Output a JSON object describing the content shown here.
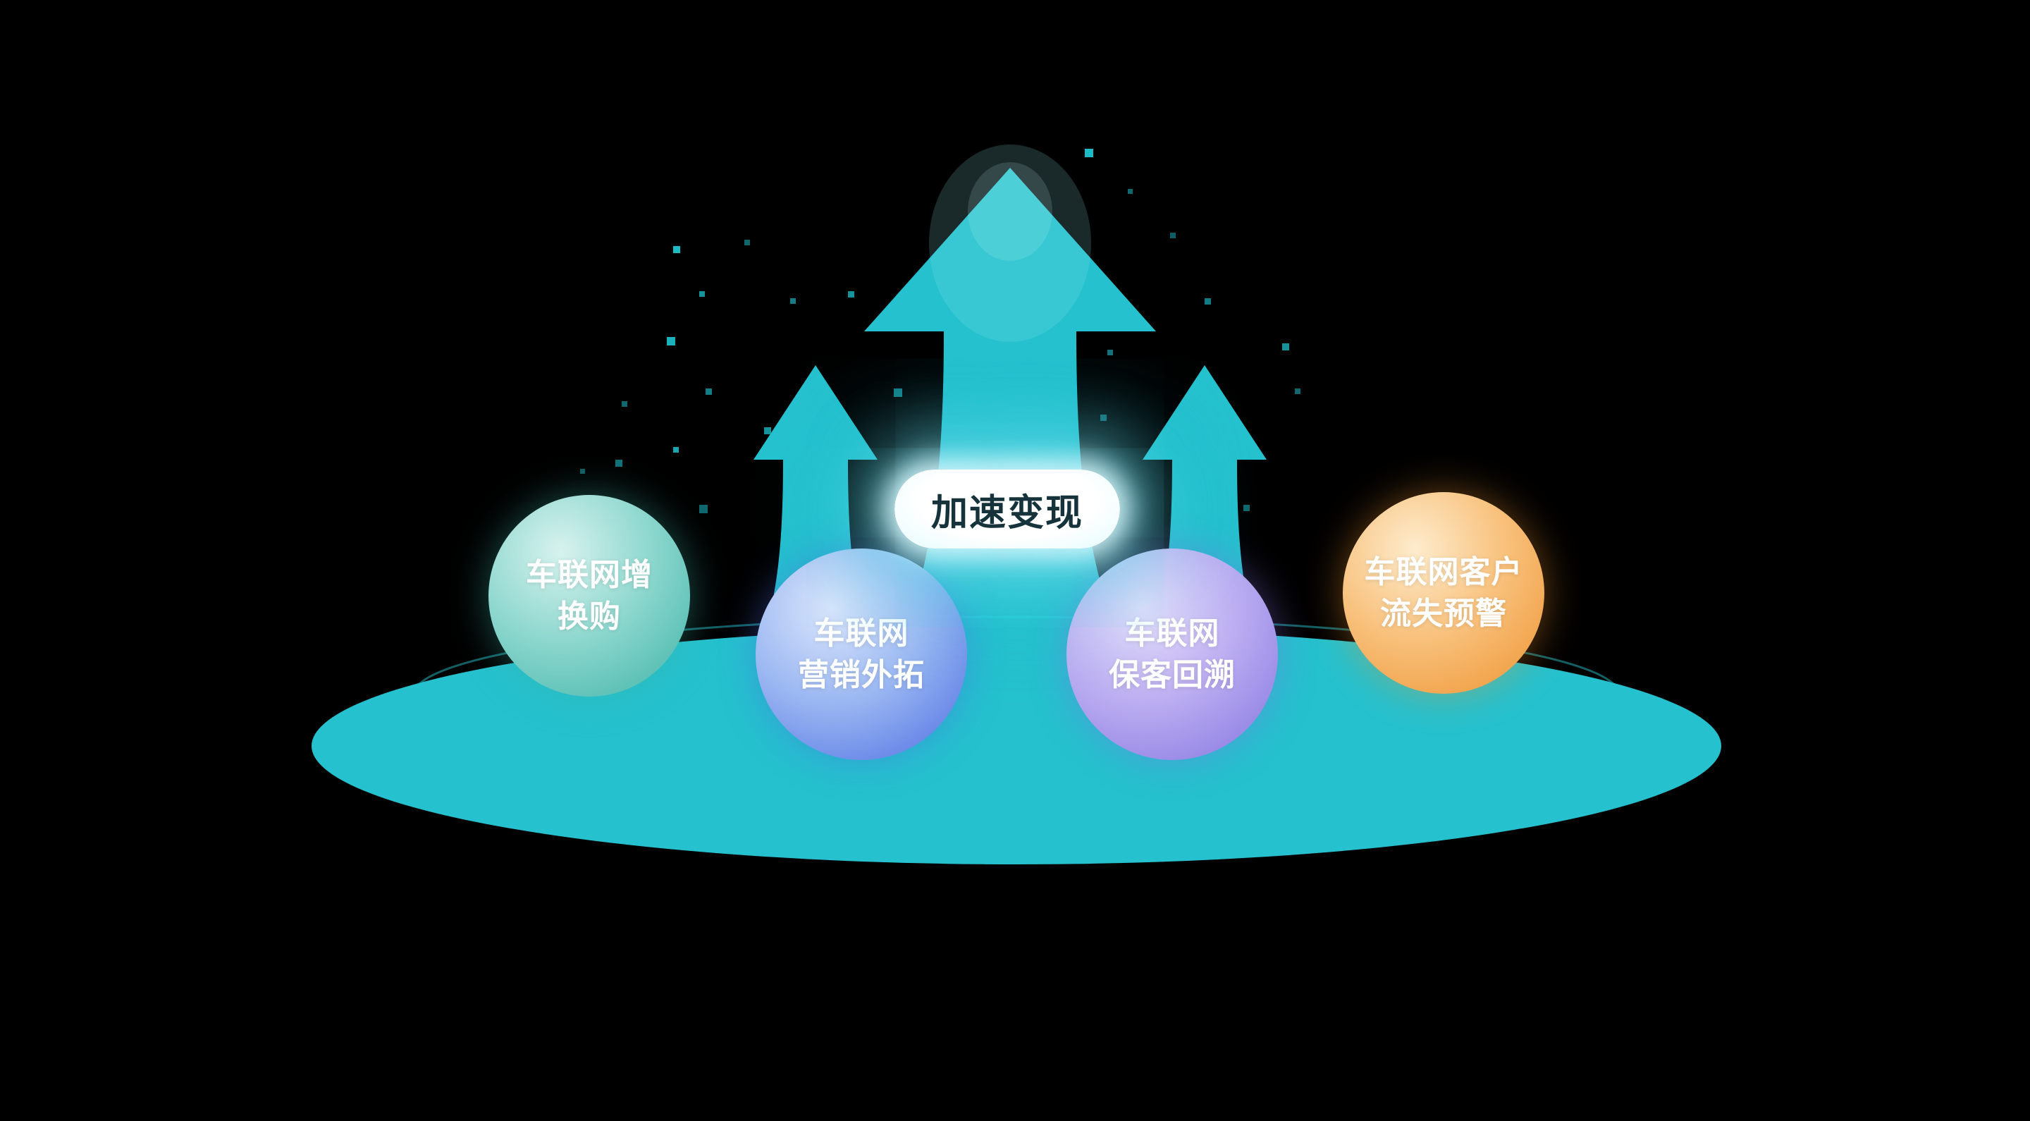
{
  "diagram": {
    "center_label": "加速变现",
    "spheres": [
      {
        "line1": "车联网增",
        "line2": "换购"
      },
      {
        "line1": "车联网",
        "line2": "营销外拓"
      },
      {
        "line1": "车联网",
        "line2": "保客回溯"
      },
      {
        "line1": "车联网客户",
        "line2": "流失预警"
      }
    ],
    "colors": {
      "background": "#000000",
      "teal": "#25c1ce",
      "rim": "#2bd4e0",
      "particle": "#1fd0dd",
      "label_bg": "#ffffff",
      "label_glow": "#aee9f5",
      "label_text": "#16333c",
      "sphere_text": "#ffffff",
      "s1_light": "#d8f2ee",
      "s1_mid": "#8fd8cf",
      "s1_dark": "#3eb3a7",
      "s2_light": "#dce6fb",
      "s2_mid": "#9db9f2",
      "s2_dark": "#4d6de2",
      "s3_light": "#e7e0fb",
      "s3_mid": "#bdaff1",
      "s3_dark": "#8374e0",
      "s4_light": "#fdeccd",
      "s4_mid": "#f8c27e",
      "s4_dark": "#ee9330"
    }
  }
}
